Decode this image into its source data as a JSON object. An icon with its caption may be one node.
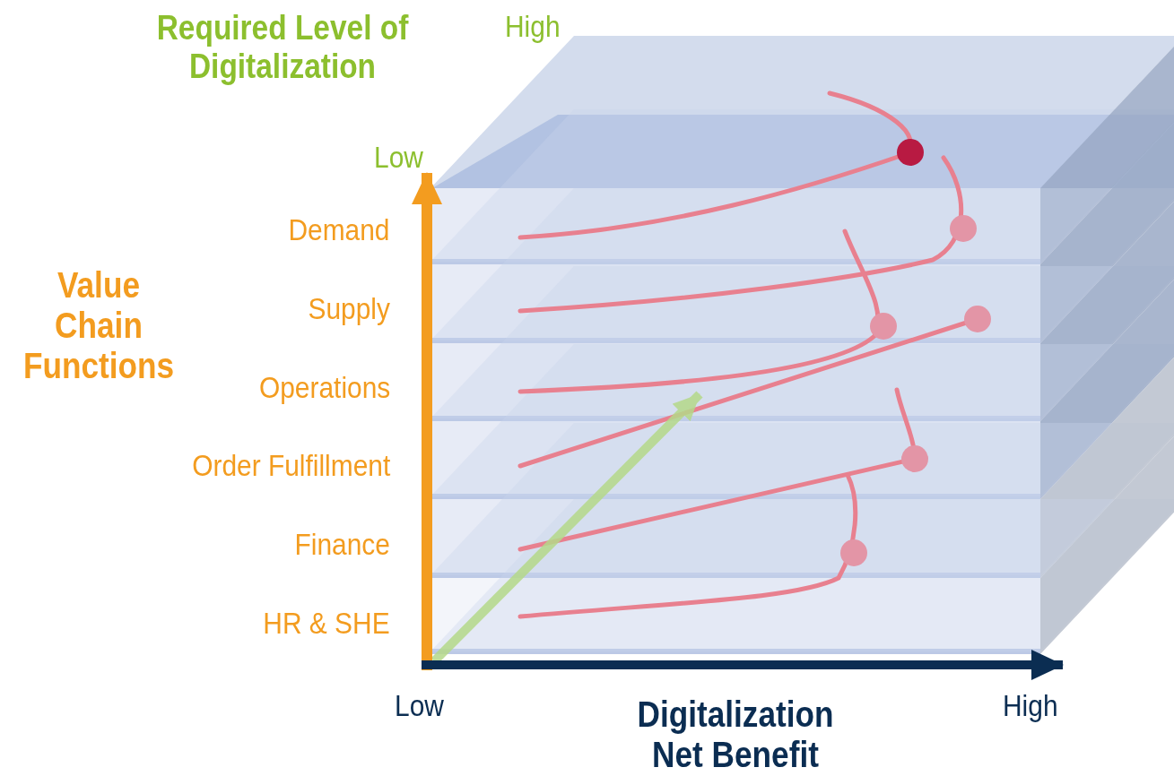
{
  "diagram": {
    "labels": [
      "Required Level of Digitalization",
      "High",
      "Low",
      "Demand",
      "Supply",
      "Operations",
      "Order Fulfillment",
      "Finance",
      "HR & SHE",
      "Value Chain Functions",
      "Low",
      "Digitalization Net Benefit",
      "High"
    ]
  }
}
